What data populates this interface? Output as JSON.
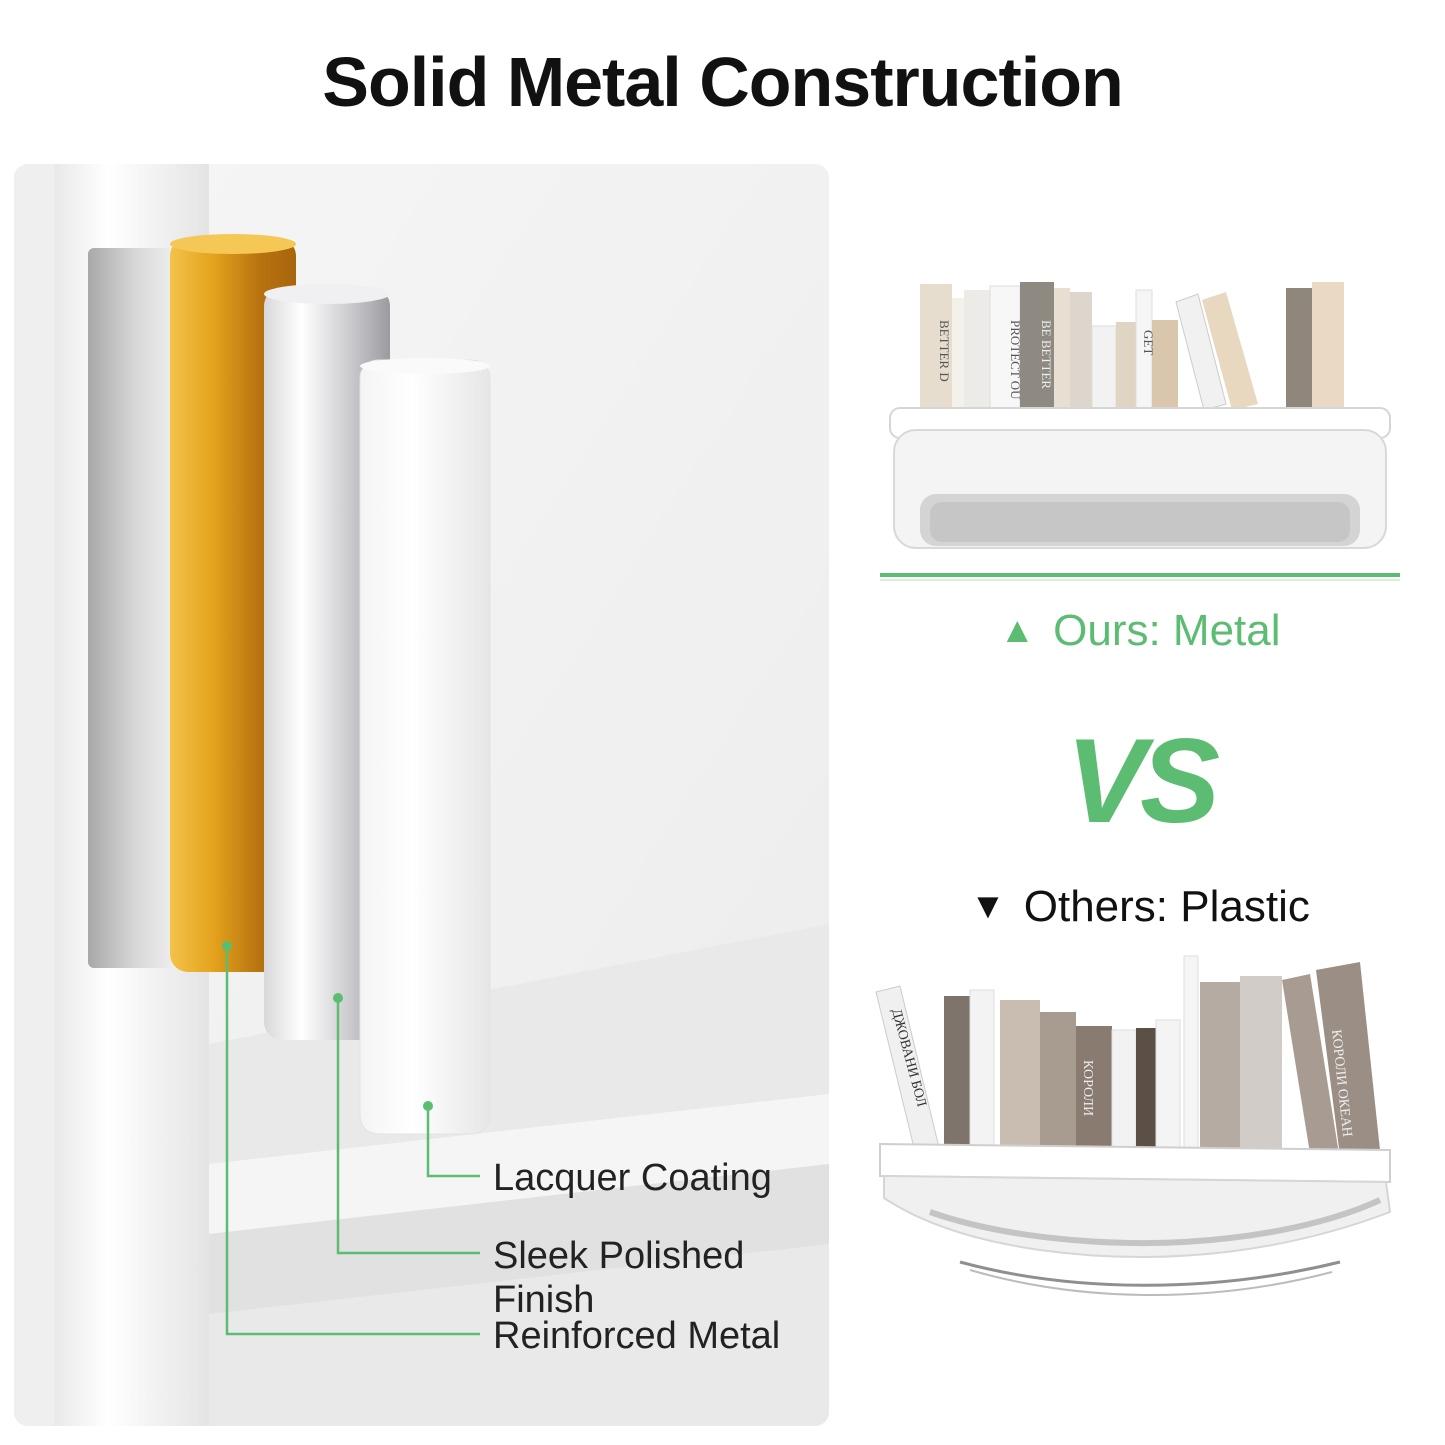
{
  "title": "Solid Metal Construction",
  "callouts": {
    "lacquer": "Lacquer Coating",
    "polished_line1": "Sleek Polished",
    "polished_line2": "Finish",
    "reinforced": "Reinforced Metal"
  },
  "comparison": {
    "ours_marker": "▲",
    "ours_label": "Ours: Metal",
    "vs": "VS",
    "others_marker": "▼",
    "others_label": "Others: Plastic"
  },
  "colors": {
    "accent_green": "#5cbd72",
    "gold_layer": "#e3a21c",
    "silver_layer": "#d9d9dc"
  }
}
